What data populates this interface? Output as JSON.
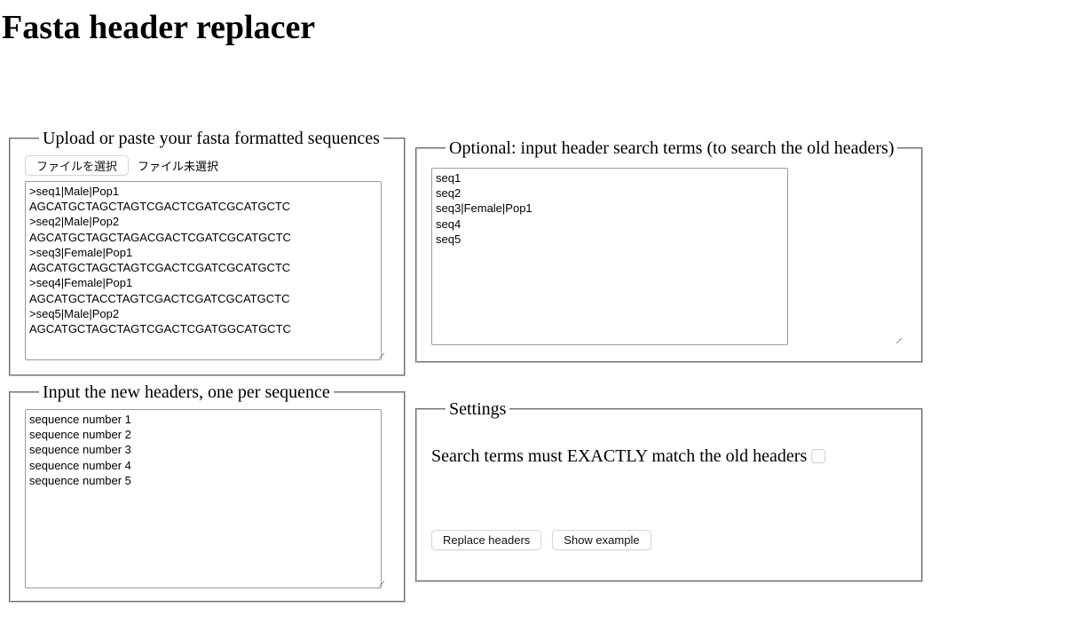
{
  "page": {
    "title": "Fasta header replacer"
  },
  "fasta_panel": {
    "legend": "Upload or paste your fasta formatted sequences",
    "file_button_label": "ファイルを選択",
    "file_status": "ファイル未選択",
    "sequences": ">seq1|Male|Pop1\nAGCATGCTAGCTAGTCGACTCGATCGCATGCTC\n>seq2|Male|Pop2\nAGCATGCTAGCTAGACGACTCGATCGCATGCTC\n>seq3|Female|Pop1\nAGCATGCTAGCTAGTCGACTCGATCGCATGCTC\n>seq4|Female|Pop1\nAGCATGCTACCTAGTCGACTCGATCGCATGCTC\n>seq5|Male|Pop2\nAGCATGCTAGCTAGTCGACTCGATGGCATGCTC"
  },
  "search_panel": {
    "legend": "Optional: input header search terms (to search the old headers)",
    "terms": "seq1\nseq2\nseq3|Female|Pop1\nseq4\nseq5"
  },
  "headers_panel": {
    "legend": "Input the new headers, one per sequence",
    "new_headers": "sequence number 1\nsequence number 2\nsequence number 3\nsequence number 4\nsequence number 5"
  },
  "settings_panel": {
    "legend": "Settings",
    "exact_match_label": "Search terms must EXACTLY match the old headers",
    "exact_match_checked": false,
    "replace_button_label": "Replace headers",
    "example_button_label": "Show example"
  },
  "colors": {
    "background": "#ffffff",
    "text": "#000000",
    "fieldset_border": "#c0c0c0",
    "control_border": "#d4d4d4",
    "textarea_border": "#9b9b9b"
  }
}
